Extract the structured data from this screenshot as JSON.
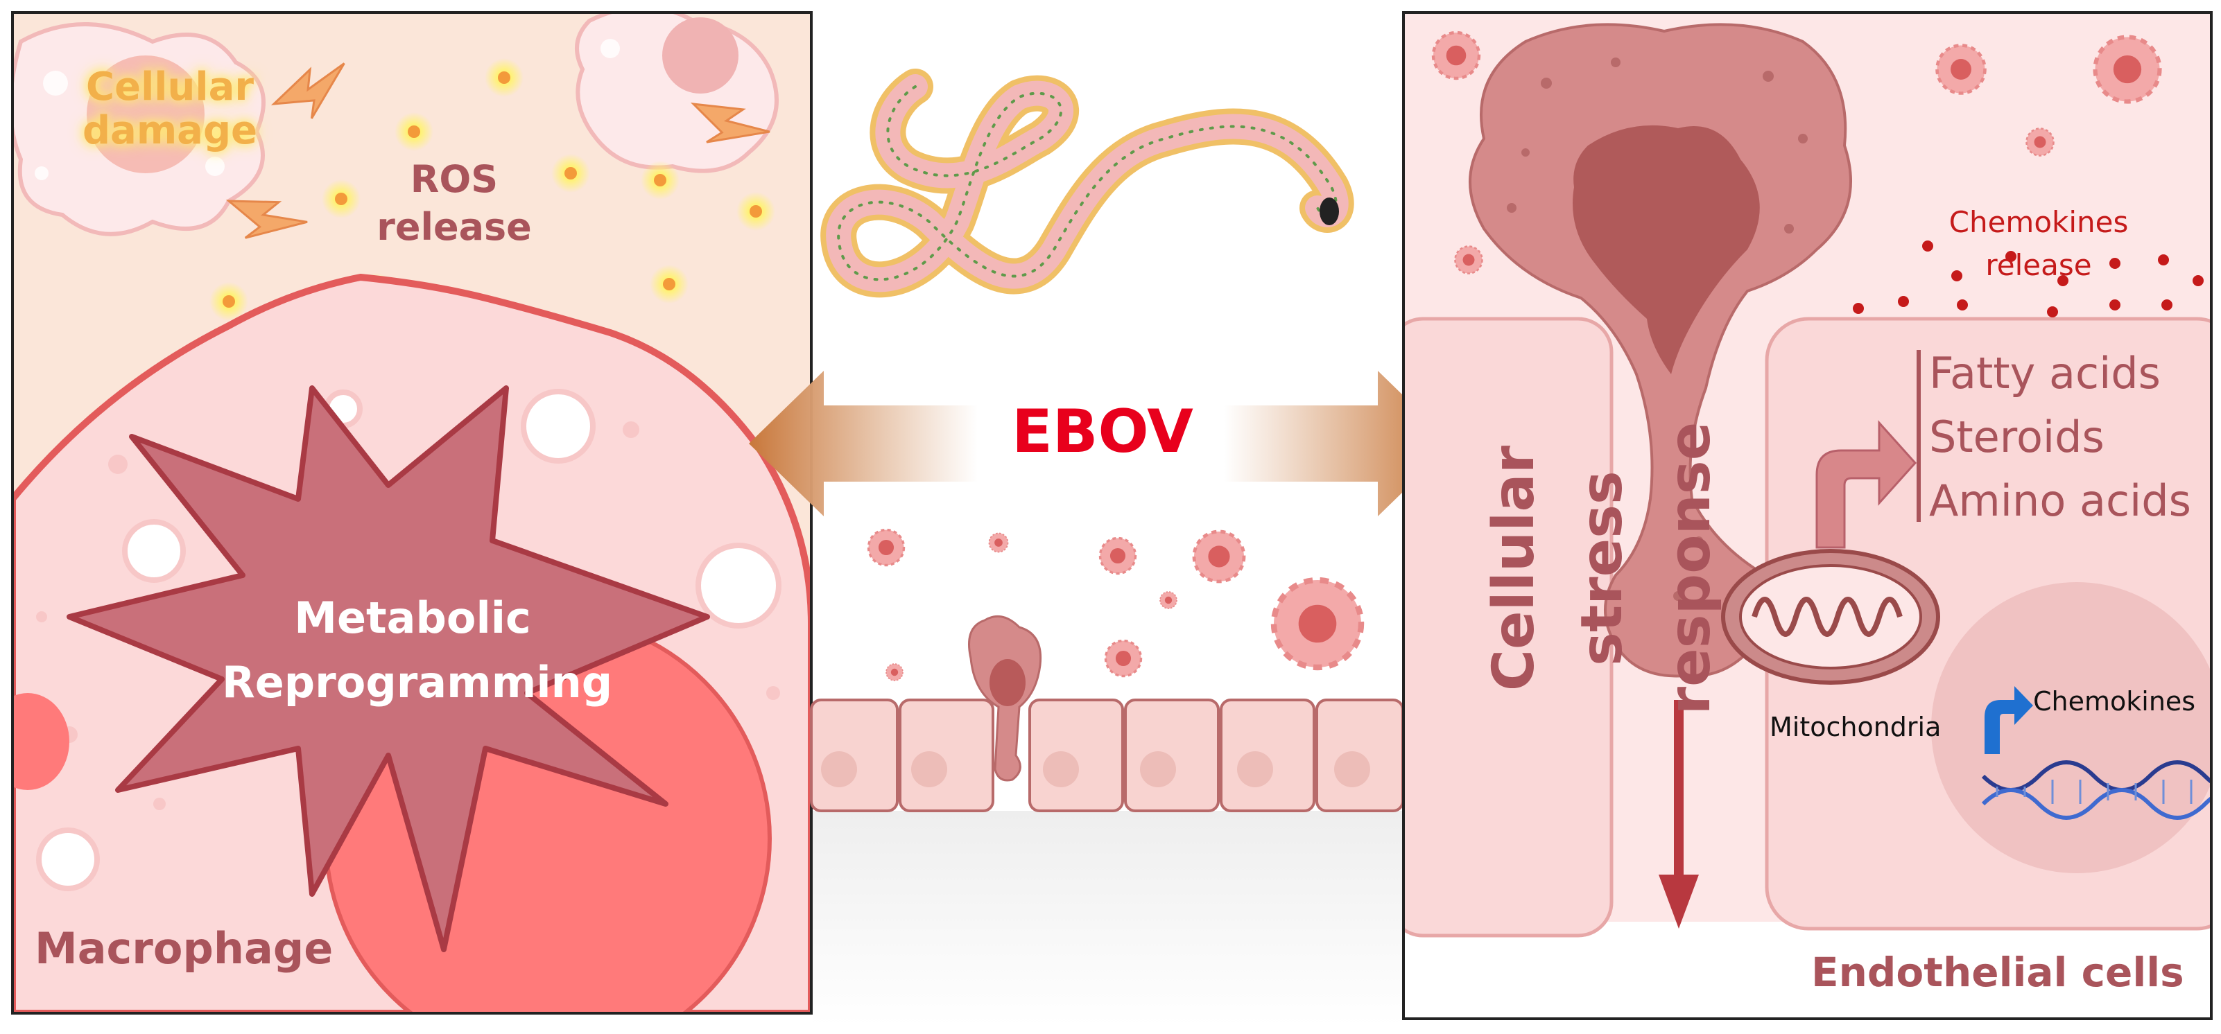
{
  "labels": {
    "cellular_damage": "Cellular damage",
    "ros_release": "ROS release",
    "metabolic_reprogramming": "Metabolic Reprogramming",
    "macrophage": "Macrophage",
    "ebov": "EBOV",
    "cellular_stress_response": "Cellular stress response",
    "chemokines_release": "Chemokines release",
    "fatty_acids": "Fatty acids",
    "steroids": "Steroids",
    "amino_acids": "Amino acids",
    "mitochondria": "Mitochondria",
    "chemokines": "Chemokines",
    "endothelial_cells": "Endothelial cells"
  },
  "colors": {
    "ebov_text": "#e8001c",
    "label_rose": "#a9545b",
    "chemokine_red": "#c51a1a",
    "damage_yellow": "#f2b04a",
    "arrow_brown": "#c8773a",
    "cell_pink": "#f8d7d7",
    "nucleus": "#ff7a7a",
    "star_fill": "#c9707a"
  },
  "icons": [
    "bolt-icon",
    "ros-particle-icon",
    "virus-filament-icon",
    "virion-icon",
    "mitochondria-icon",
    "dna-helix-icon",
    "bent-arrow-icon"
  ]
}
